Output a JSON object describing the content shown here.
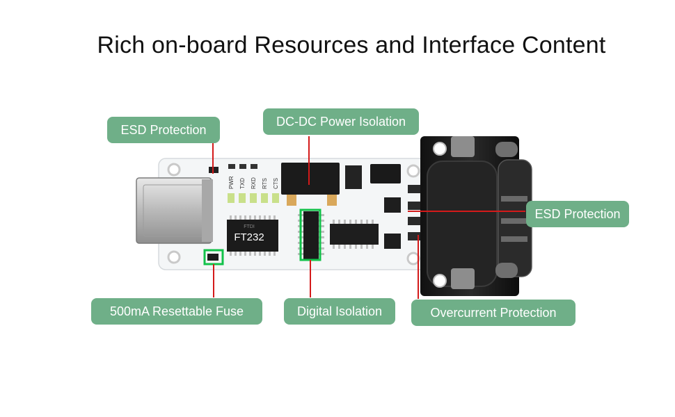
{
  "title": "Rich on-board Resources and Interface Content",
  "colors": {
    "label_bg": "#6faf88",
    "leader_line": "#d41a1a",
    "highlight_box": "#12c24a"
  },
  "board": {
    "chip_label": "FT232",
    "chip_brand": "FTDI",
    "led_labels": [
      "PWR",
      "TXD",
      "RXD",
      "RTS",
      "CTS"
    ]
  },
  "callouts": {
    "esd_left": "ESD Protection",
    "dcdc": "DC-DC Power Isolation",
    "esd_right": "ESD Protection",
    "fuse": "500mA Resettable Fuse",
    "digital_isolation": "Digital Isolation",
    "overcurrent": "Overcurrent Protection"
  }
}
